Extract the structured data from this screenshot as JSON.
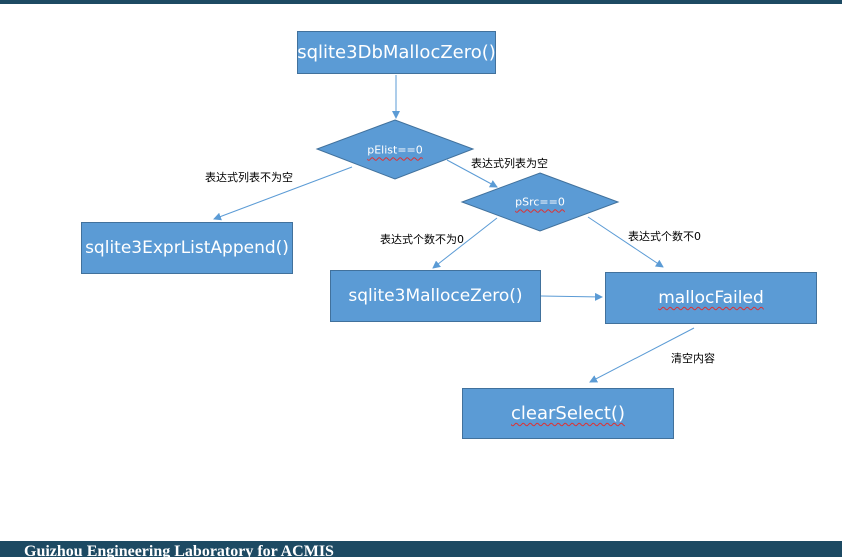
{
  "diagram": {
    "nodes": {
      "malloc_zero": "sqlite3DbMallocZero()",
      "pelist_check": "pElist==0",
      "psrc_check": "pSrc==0",
      "expr_list_append": "sqlite3ExprListAppend()",
      "malloce_zero": "sqlite3MalloceZero()",
      "malloc_failed": "mallocFailed",
      "clear_select": "clearSelect()"
    },
    "edge_labels": {
      "expr_list_not_empty": "表达式列表不为空",
      "expr_list_empty": "表达式列表为空",
      "expr_count_not_zero": "表达式个数不为0",
      "expr_count_zero": "表达式个数不0",
      "clear_contents": "清空内容"
    }
  },
  "footer": {
    "text": "Guizhou Engineering Laboratory for ACMIS"
  },
  "colors": {
    "node_fill": "#5b9bd5",
    "node_border": "#41719c",
    "arrow": "#5b9bd5",
    "bar": "#1d4a63"
  }
}
